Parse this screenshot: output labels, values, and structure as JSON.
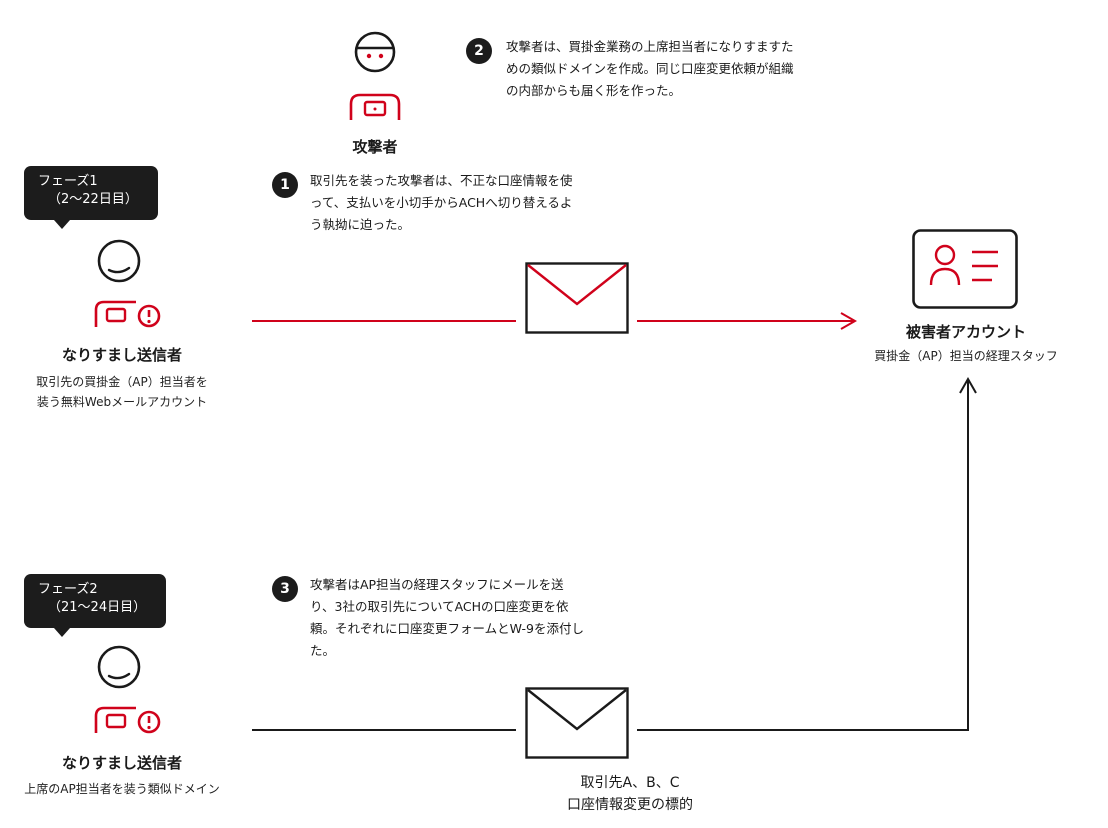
{
  "attacker": {
    "label": "攻撃者"
  },
  "steps": [
    {
      "num": "1",
      "lines": [
        "取引先を装った攻撃者は、不正な口座情報を使",
        "って、支払いを小切手からACHへ切り替えるよ",
        "う執拗に迫った。"
      ]
    },
    {
      "num": "2",
      "lines": [
        "攻撃者は、買掛金業務の上席担当者になりすますた",
        "めの類似ドメインを作成。同じ口座変更依頼が組織",
        "の内部からも届く形を作った。"
      ]
    },
    {
      "num": "3",
      "lines": [
        "攻撃者はAP担当の経理スタッフにメールを送",
        "り、3社の取引先についてACHの口座変更を依",
        "頼。それぞれに口座変更フォームとW-9を添付し",
        "た。"
      ]
    }
  ],
  "phase1": {
    "badge_line1": "フェーズ1",
    "badge_line2": "（2〜22日目）",
    "sender_title": "なりすまし送信者",
    "sender_sub_line1": "取引先の買掛金（AP）担当者を",
    "sender_sub_line2": "装う無料Webメールアカウント"
  },
  "phase2": {
    "badge_line1": "フェーズ2",
    "badge_line2": "（21〜24日目）",
    "sender_title": "なりすまし送信者",
    "sender_sub": "上席のAP担当者を装う類似ドメイン"
  },
  "victim": {
    "title": "被害者アカウント",
    "subtitle": "買掛金（AP）担当の経理スタッフ"
  },
  "targets": {
    "line1": "取引先A、B、C",
    "line2": "口座情報変更の標的"
  },
  "colors": {
    "accent": "#d0021b",
    "ink": "#1a1a1a"
  },
  "icons": {
    "attacker": "masked-attacker-icon",
    "sender": "impersonator-icon",
    "envelope": "envelope-icon",
    "victim": "id-card-icon",
    "arrow": "arrow-right-icon"
  }
}
